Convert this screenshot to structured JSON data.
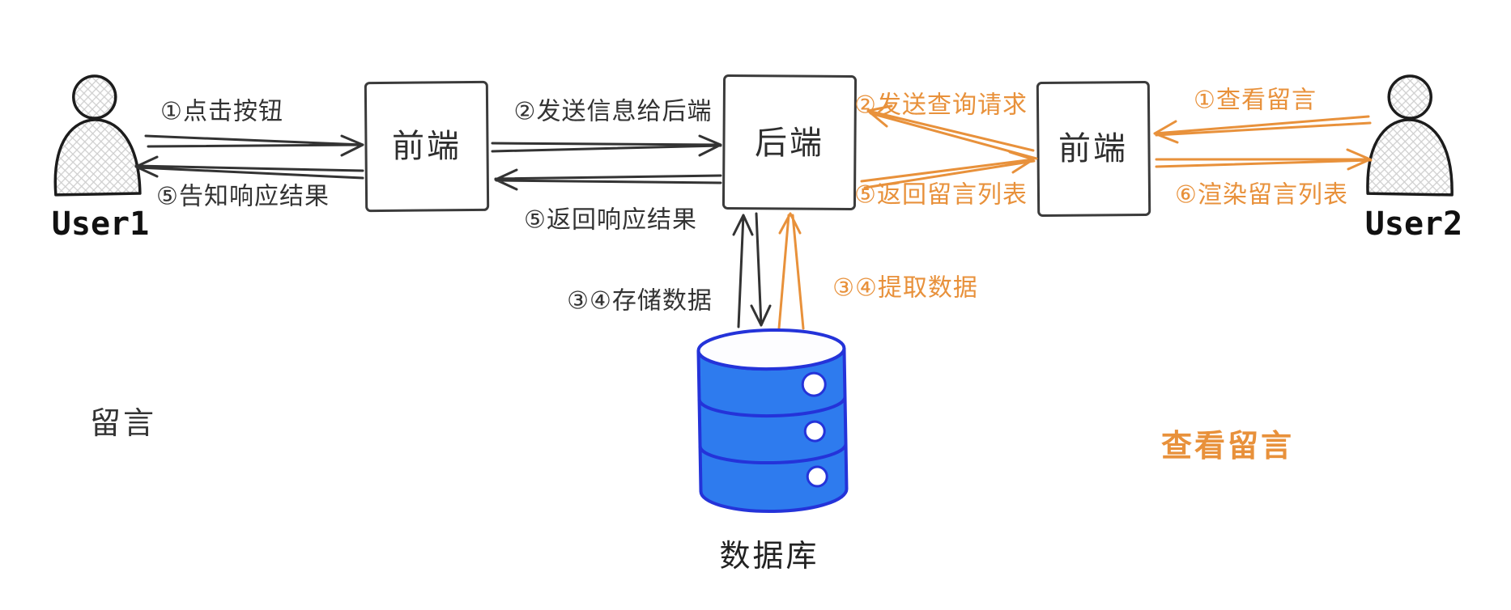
{
  "colors": {
    "dark": "#333333",
    "orange": "#E8913B",
    "hatch": "#cfcfcf",
    "db-fill": "#2E7BEE",
    "db-stroke": "#2433D9"
  },
  "actors": {
    "user1": {
      "label": "User1"
    },
    "user2": {
      "label": "User2"
    }
  },
  "nodes": {
    "frontend_left": {
      "label": "前端"
    },
    "backend": {
      "label": "后端"
    },
    "frontend_right": {
      "label": "前端"
    },
    "database": {
      "label": "数据库"
    }
  },
  "flows": {
    "post_message": {
      "title": "留言",
      "steps": {
        "click_button": "①点击按钮",
        "send_to_backend": "②发送信息给后端",
        "store_data": "③④存储数据",
        "return_response": "⑤返回响应结果",
        "notify_result": "⑤告知响应结果"
      }
    },
    "view_message": {
      "title": "查看留言",
      "steps": {
        "view_messages": "①查看留言",
        "send_query": "②发送查询请求",
        "fetch_data": "③④提取数据",
        "return_list": "⑤返回留言列表",
        "render_list": "⑥渲染留言列表"
      }
    }
  }
}
